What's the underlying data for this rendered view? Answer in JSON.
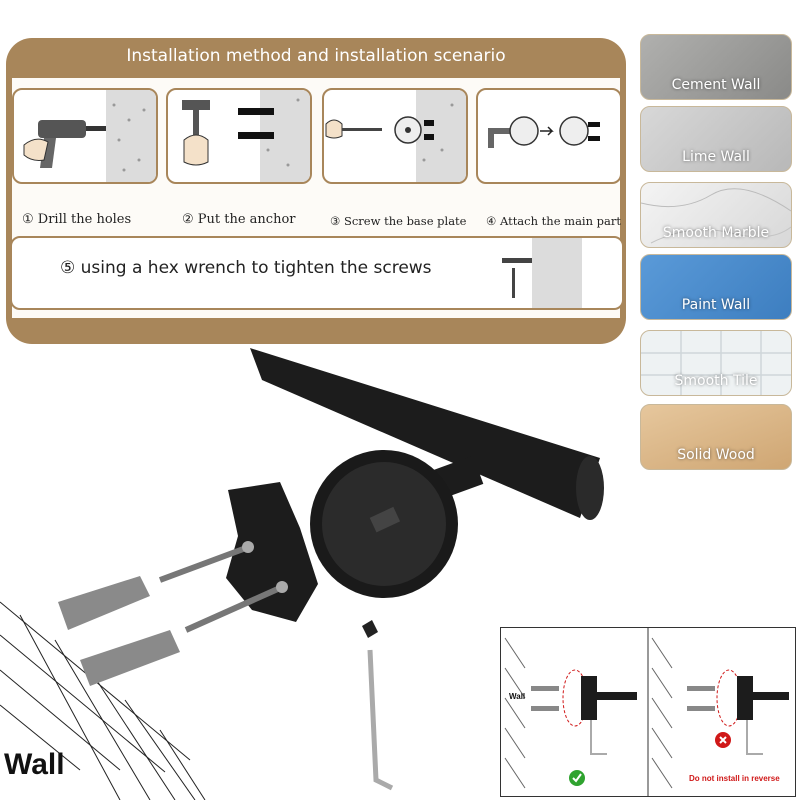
{
  "installation": {
    "title": "Installation method and installation scenario",
    "steps": [
      {
        "label": "① Drill the holes"
      },
      {
        "label": "② Put the anchor"
      },
      {
        "label": "③ Screw the base plate"
      },
      {
        "label": "④ Attach the main part"
      },
      {
        "label": "⑤ using a hex wrench to tighten the screws"
      }
    ]
  },
  "wall_types": [
    {
      "label": "Cement Wall",
      "color": "#9a9a98"
    },
    {
      "label": "Lime Wall",
      "color": "#c9c9c9"
    },
    {
      "label": "Smooth Marble",
      "color": "#e8e8e8"
    },
    {
      "label": "Paint Wall",
      "color": "#4f8fcf"
    },
    {
      "label": "Smooth Tile",
      "color": "#e9eef0"
    },
    {
      "label": "Solid Wood",
      "color": "#dcb98c"
    }
  ],
  "wall_label": "Wall",
  "inset": {
    "wall_label_left": "Wall",
    "warning": "Do not install in reverse",
    "ok_icon": "check-circle-icon",
    "bad_icon": "x-circle-icon"
  },
  "colors": {
    "panel": "#a8865a",
    "product": "#1c1c1c",
    "ok": "#2fa32f",
    "bad": "#d01818"
  }
}
